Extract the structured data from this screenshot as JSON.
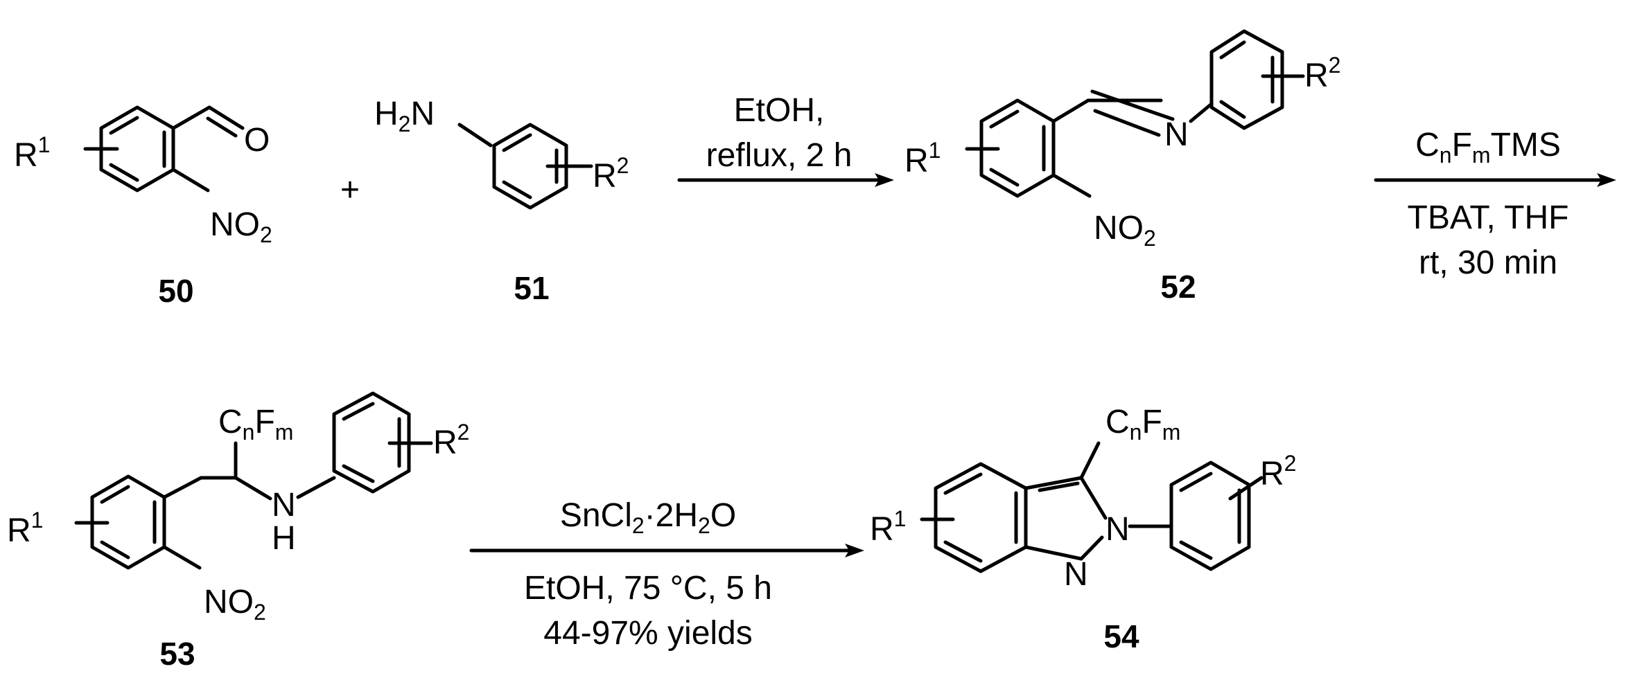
{
  "compounds": {
    "c50": {
      "label": "50",
      "r1": "R",
      "r1_sup": "1",
      "aldehyde_o": "O",
      "nitro": "NO",
      "nitro_sub": "2"
    },
    "c51": {
      "label": "51",
      "amine": "H",
      "amine_sub": "2",
      "amine_n": "N",
      "r2": "R",
      "r2_sup": "2"
    },
    "c52": {
      "label": "52",
      "r1": "R",
      "r1_sup": "1",
      "imine_n": "N",
      "r2": "R",
      "r2_sup": "2",
      "nitro": "NO",
      "nitro_sub": "2"
    },
    "c53": {
      "label": "53",
      "r1": "R",
      "r1_sup": "1",
      "cf_c": "C",
      "cf_n": "n",
      "cf_f": "F",
      "cf_m": "m",
      "nh_n": "N",
      "nh_h": "H",
      "r2": "R",
      "r2_sup": "2",
      "nitro": "NO",
      "nitro_sub": "2"
    },
    "c54": {
      "label": "54",
      "r1": "R",
      "r1_sup": "1",
      "cf_c": "C",
      "cf_n": "n",
      "cf_f": "F",
      "cf_m": "m",
      "n2": "N",
      "n1": "N",
      "r2": "R",
      "r2_sup": "2"
    }
  },
  "plus": "+",
  "steps": {
    "step1": {
      "line1": "EtOH,",
      "line2": "reflux, 2 h"
    },
    "step2": {
      "reagent_c": "C",
      "reagent_n": "n",
      "reagent_f": "F",
      "reagent_m": "m",
      "reagent_rest": "TMS",
      "line2": "TBAT,  THF",
      "line3": "rt, 30 min"
    },
    "step3": {
      "reagent_a": "SnCl",
      "reagent_a_sub": "2",
      "reagent_dot": "·2H",
      "reagent_b_sub": "2",
      "reagent_c": "O",
      "line2": "EtOH, 75 °C, 5 h",
      "line3": "44-97% yields"
    }
  }
}
